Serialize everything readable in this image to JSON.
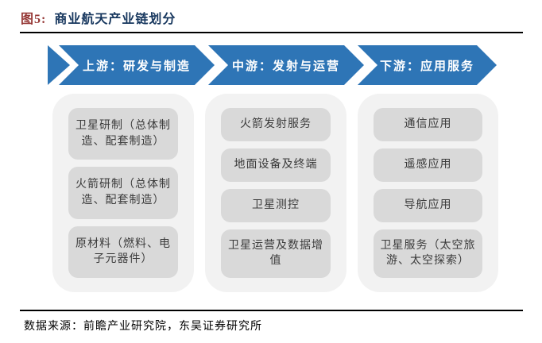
{
  "header": {
    "figure_label": "图5:",
    "title": "商业航天产业链划分"
  },
  "colors": {
    "banner_blue": "#2E75B6",
    "title_navy": "#17375E",
    "figure_label_red": "#953735",
    "panel_bg": "#F2F2F2",
    "item_box_bg": "#D9D9D9",
    "rule_black": "#000000"
  },
  "chain": {
    "stages": [
      {
        "label": "上游：研发与制造",
        "items": [
          "卫星研制（总体制造、配套制造）",
          "火箭研制（总体制造、配套制造）",
          "原材料（燃料、电子元器件）"
        ]
      },
      {
        "label": "中游：发射与运营",
        "items": [
          "火箭发射服务",
          "地面设备及终端",
          "卫星测控",
          "卫星运营及数据增值"
        ]
      },
      {
        "label": "下游：应用服务",
        "items": [
          "通信应用",
          "遥感应用",
          "导航应用",
          "卫星服务（太空旅游、太空探索）"
        ]
      }
    ]
  },
  "footer": {
    "source": "数据来源：前瞻产业研究院，东吴证券研究所"
  }
}
